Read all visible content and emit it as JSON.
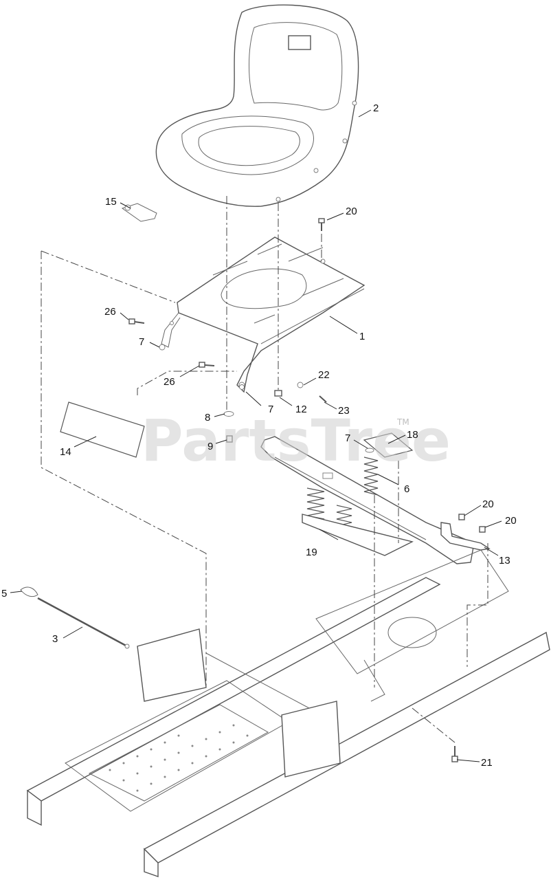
{
  "watermark": {
    "text": "PartsTree",
    "trademark": "TM"
  },
  "callouts": [
    {
      "id": "c2",
      "number": "2"
    },
    {
      "id": "c20a",
      "number": "20"
    },
    {
      "id": "c15",
      "number": "15"
    },
    {
      "id": "c26a",
      "number": "26"
    },
    {
      "id": "c1",
      "number": "1"
    },
    {
      "id": "c7a",
      "number": "7"
    },
    {
      "id": "c26b",
      "number": "26"
    },
    {
      "id": "c22",
      "number": "22"
    },
    {
      "id": "c7b",
      "number": "7"
    },
    {
      "id": "c12",
      "number": "12"
    },
    {
      "id": "c23",
      "number": "23"
    },
    {
      "id": "c8",
      "number": "8"
    },
    {
      "id": "c14",
      "number": "14"
    },
    {
      "id": "c9",
      "number": "9"
    },
    {
      "id": "c7c",
      "number": "7"
    },
    {
      "id": "c18",
      "number": "18"
    },
    {
      "id": "c6",
      "number": "6"
    },
    {
      "id": "c20b",
      "number": "20"
    },
    {
      "id": "c20c",
      "number": "20"
    },
    {
      "id": "c13",
      "number": "13"
    },
    {
      "id": "c19",
      "number": "19"
    },
    {
      "id": "c5",
      "number": "5"
    },
    {
      "id": "c3",
      "number": "3"
    },
    {
      "id": "c21",
      "number": "21"
    }
  ]
}
